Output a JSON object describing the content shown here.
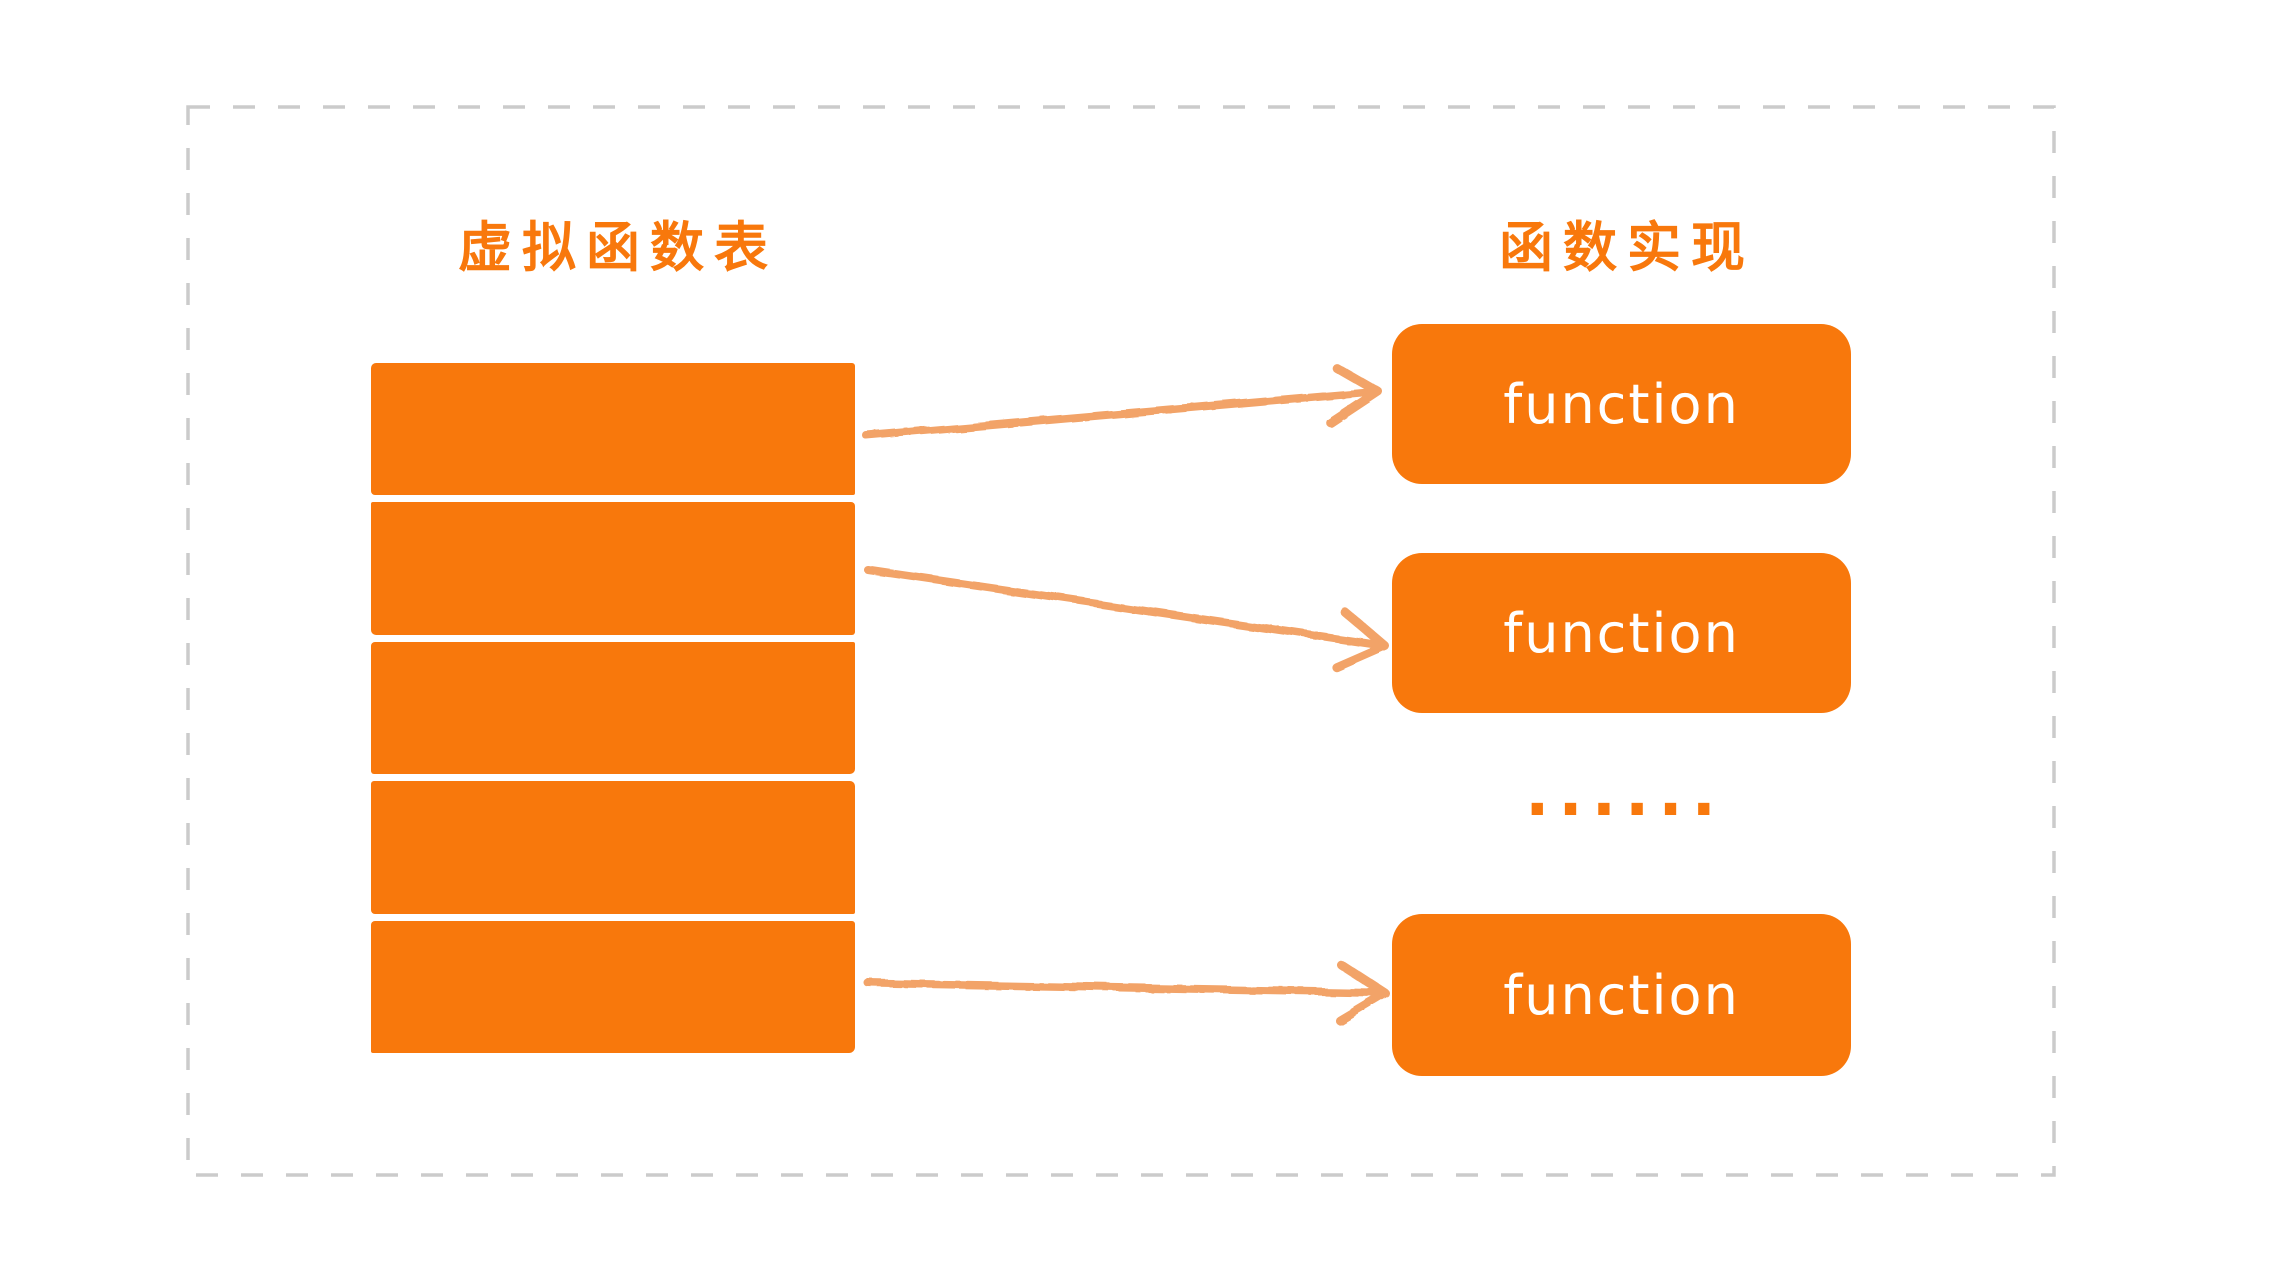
{
  "titles": {
    "vtable": "虚拟函数表",
    "implementation": "函数实现"
  },
  "vtable": {
    "slot_count": 5,
    "slots": [
      "",
      "",
      "",
      "",
      ""
    ]
  },
  "function_boxes": [
    {
      "label": "function"
    },
    {
      "label": "function"
    },
    {
      "label": "function"
    }
  ],
  "ellipsis": "......",
  "colors": {
    "primary_orange": "#F8780C",
    "arrow_orange": "#F2A368",
    "frame_gray": "#CBCBCB",
    "box_text_white": "#FFFFFF"
  }
}
